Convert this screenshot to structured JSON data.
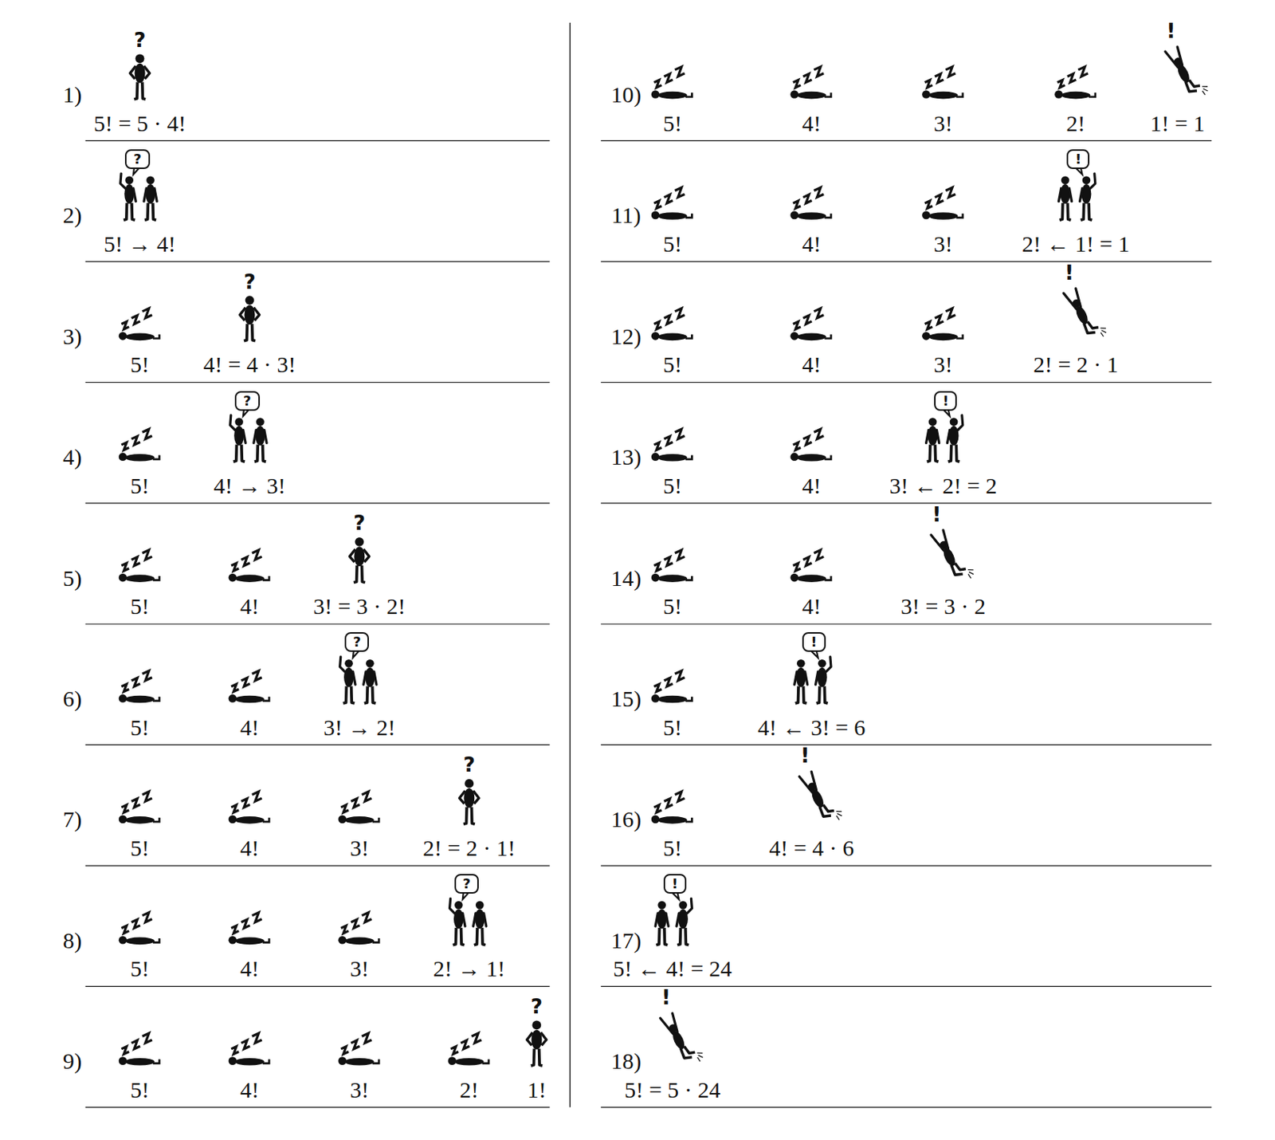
{
  "diagram": {
    "nodes": [
      {
        "text": [
          "?"
        ]
      },
      {
        "text": [
          "?"
        ]
      },
      {
        "text": [
          "?"
        ]
      },
      {
        "text": [
          "?"
        ]
      },
      {
        "text": [
          "!"
        ]
      },
      {
        "text": [
          "!"
        ]
      },
      {
        "text": [
          "!"
        ]
      },
      {
        "text": [
          "!"
        ]
      }
    ],
    "labels": [
      "1)",
      "?",
      "5! = 5 · 4!",
      "2)",
      "5! → 4!",
      "3)",
      "5!",
      "?",
      "4! = 4 · 3!",
      "4)",
      "5!",
      "4! → 3!",
      "5)",
      "5!",
      "4!",
      "?",
      "3! = 3 · 2!",
      "6)",
      "5!",
      "4!",
      "3! → 2!",
      "7)",
      "5!",
      "4!",
      "3!",
      "?",
      "2! = 2 · 1!",
      "8)",
      "5!",
      "4!",
      "3!",
      "2! → 1!",
      "9)",
      "5!",
      "4!",
      "3!",
      "2!",
      "?",
      "1!",
      "10)",
      "5!",
      "4!",
      "3!",
      "2!",
      "!",
      "1! = 1",
      "11)",
      "5!",
      "4!",
      "3!",
      "2! ← 1! = 1",
      "12)",
      "5!",
      "4!",
      "3!",
      "!",
      "2! = 2 · 1",
      "13)",
      "5!",
      "4!",
      "3! ← 2! = 2",
      "14)",
      "5!",
      "4!",
      "!",
      "3! = 3 · 2",
      "15)",
      "5!",
      "4! ← 3! = 6",
      "16)",
      "5!",
      "!",
      "4! = 4 · 6",
      "17)",
      "5! ← 4! = 24",
      "18)",
      "!",
      "5! = 5 · 24"
    ]
  }
}
